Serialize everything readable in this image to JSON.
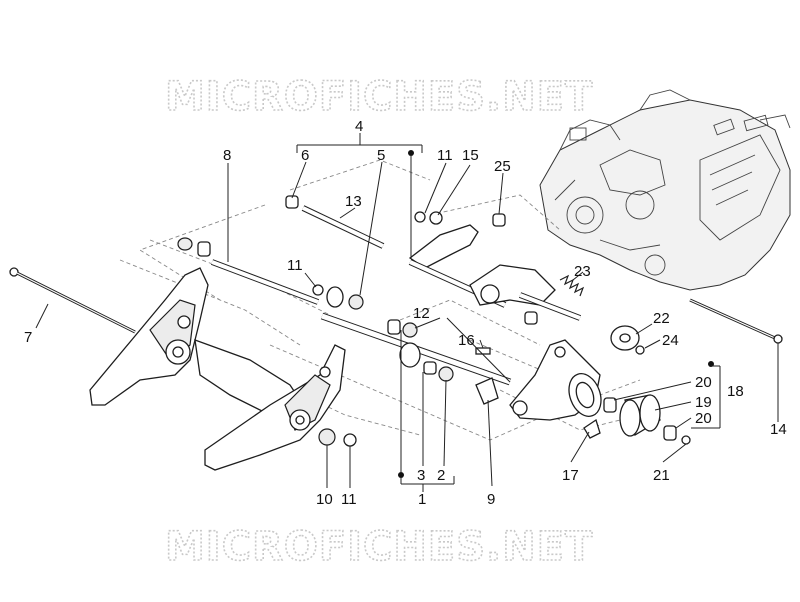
{
  "watermark": {
    "top": "MICROFICHES.NET",
    "bottom": "MICROFICHES.NET"
  },
  "callouts": [
    {
      "id": "c4",
      "label": "4"
    },
    {
      "id": "c8",
      "label": "8"
    },
    {
      "id": "c6",
      "label": "6"
    },
    {
      "id": "c5",
      "label": "5"
    },
    {
      "id": "c11a",
      "label": "11"
    },
    {
      "id": "c15",
      "label": "15"
    },
    {
      "id": "c25",
      "label": "25"
    },
    {
      "id": "c13",
      "label": "13"
    },
    {
      "id": "c11b",
      "label": "11"
    },
    {
      "id": "c23",
      "label": "23"
    },
    {
      "id": "c7",
      "label": "7"
    },
    {
      "id": "c12",
      "label": "12"
    },
    {
      "id": "c22",
      "label": "22"
    },
    {
      "id": "c16",
      "label": "16"
    },
    {
      "id": "c24",
      "label": "24"
    },
    {
      "id": "c20a",
      "label": "20"
    },
    {
      "id": "c18",
      "label": "18"
    },
    {
      "id": "c19",
      "label": "19"
    },
    {
      "id": "c20b",
      "label": "20"
    },
    {
      "id": "c14",
      "label": "14"
    },
    {
      "id": "c3",
      "label": "3"
    },
    {
      "id": "c2",
      "label": "2"
    },
    {
      "id": "c17",
      "label": "17"
    },
    {
      "id": "c21",
      "label": "21"
    },
    {
      "id": "c10",
      "label": "10"
    },
    {
      "id": "c11c",
      "label": "11"
    },
    {
      "id": "c1",
      "label": "1"
    },
    {
      "id": "c9",
      "label": "9"
    }
  ]
}
